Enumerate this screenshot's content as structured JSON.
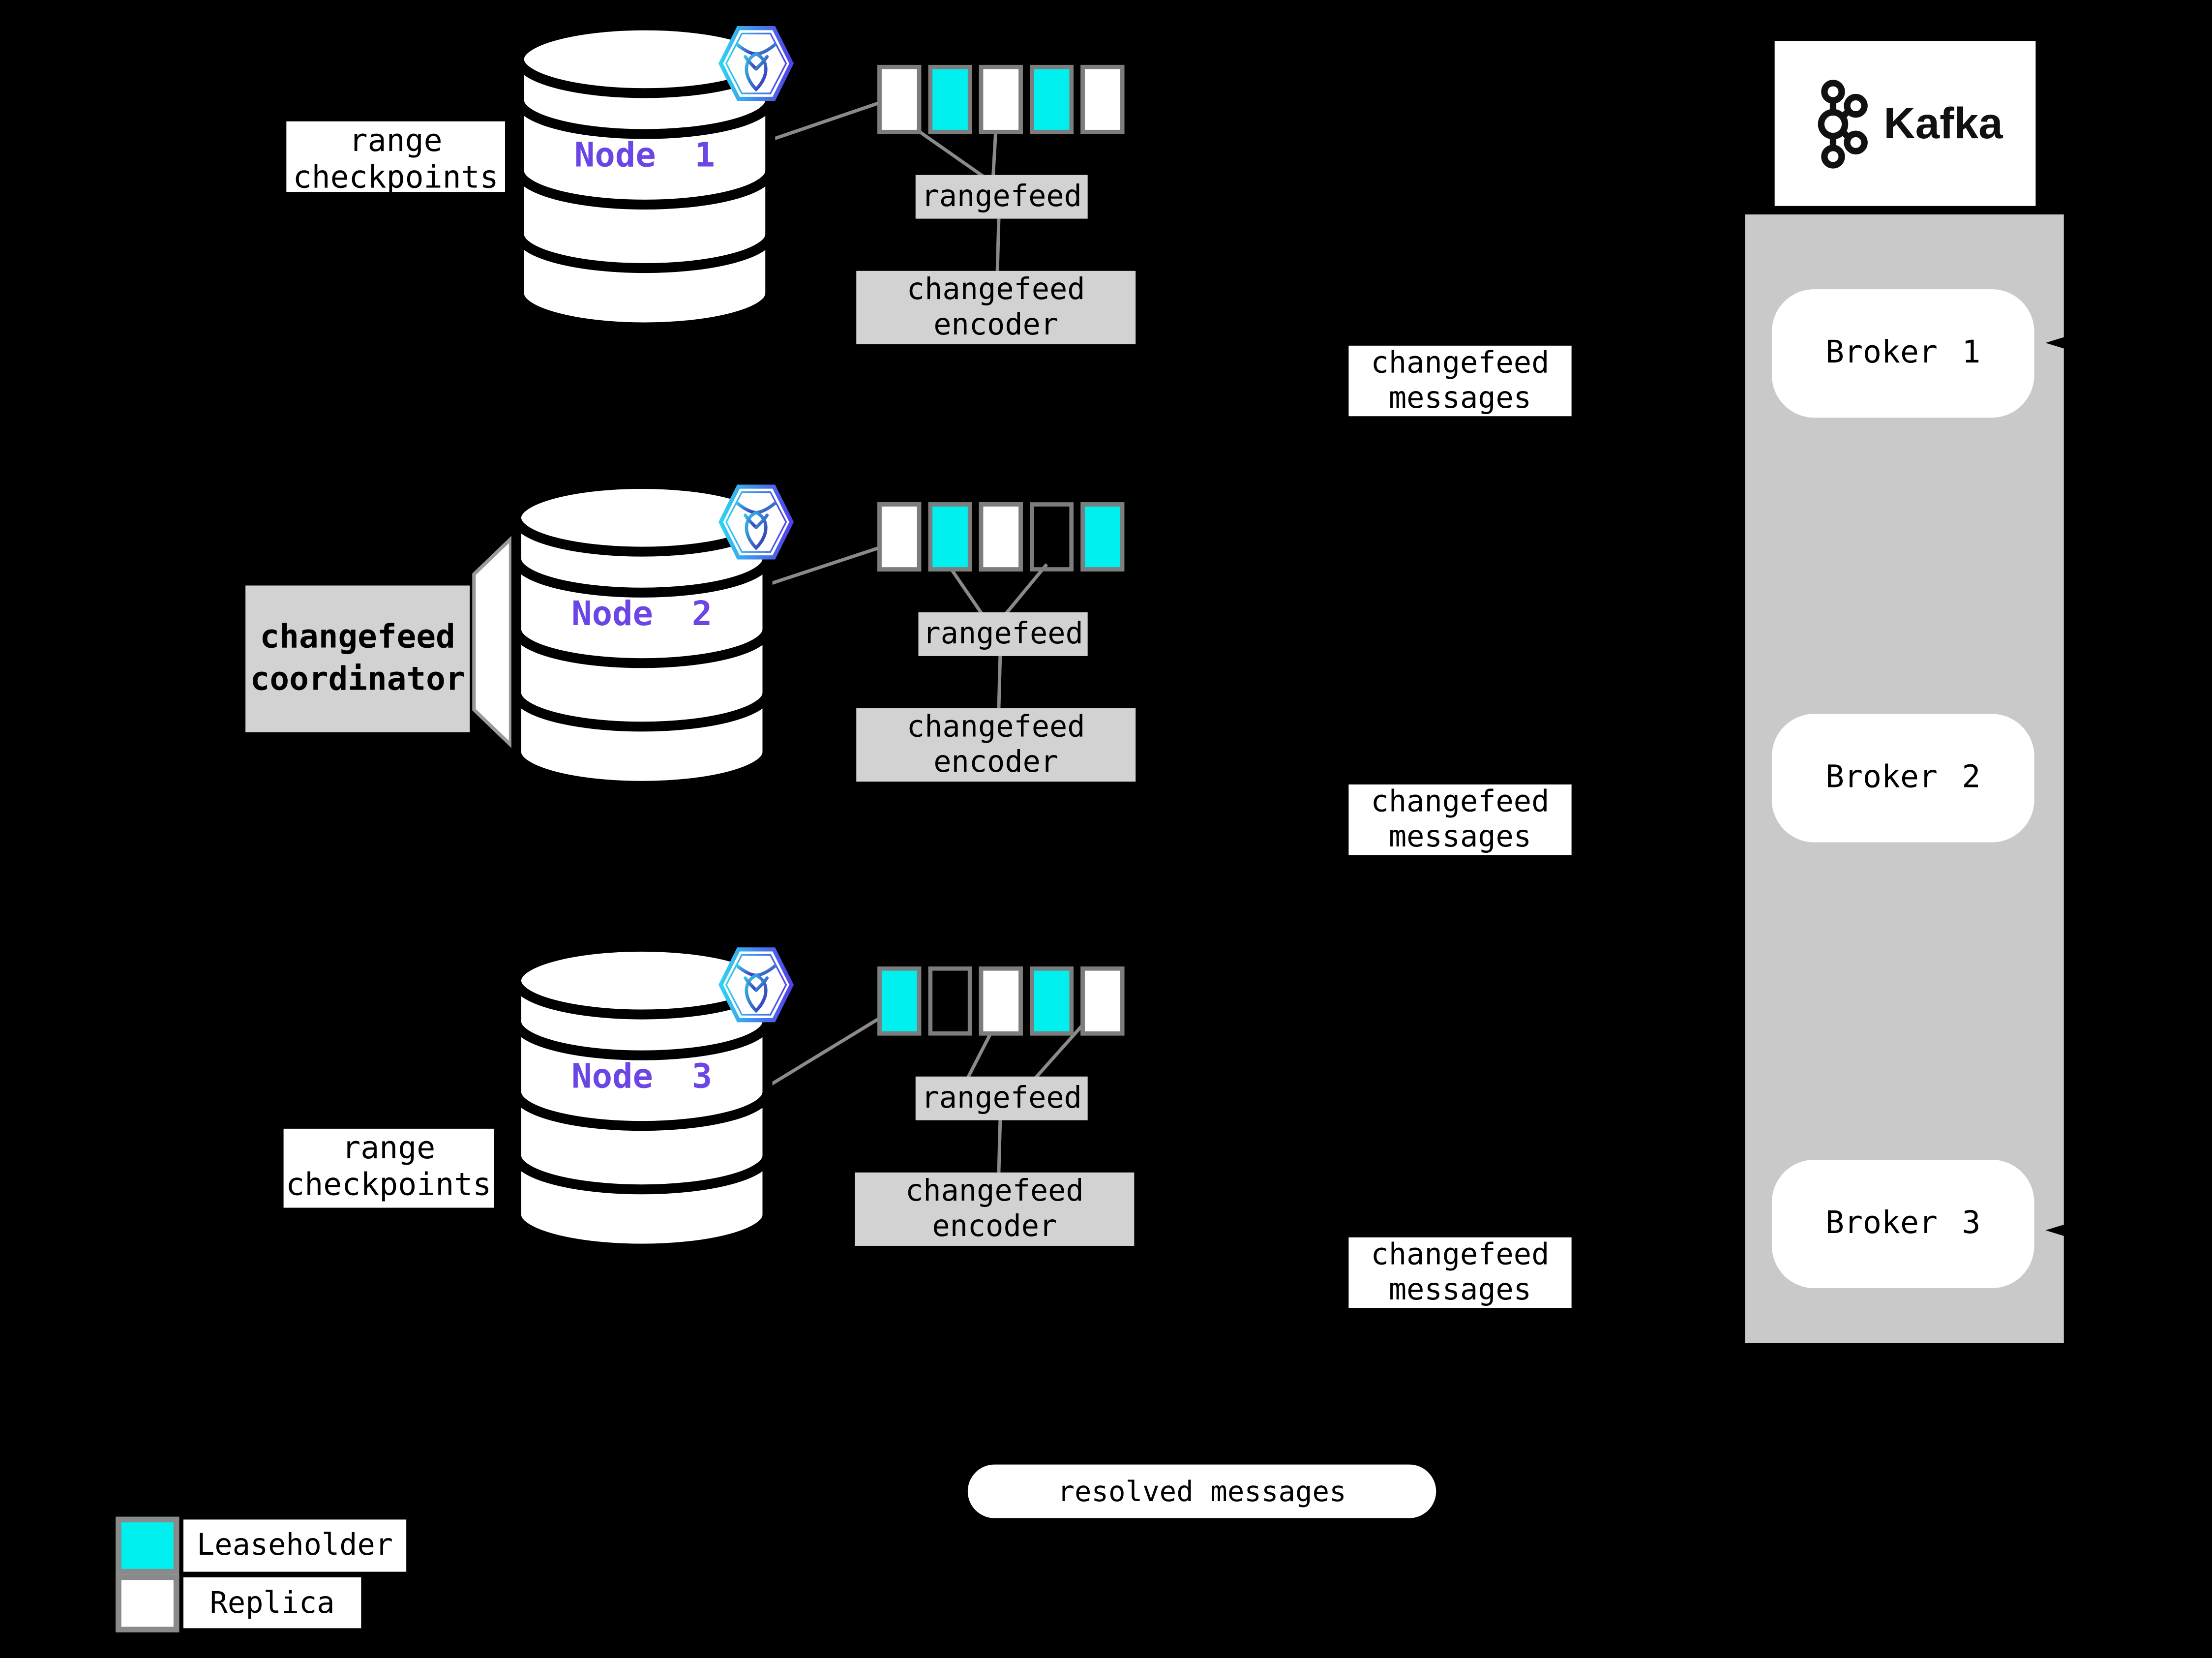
{
  "colors": {
    "bg": "#000000",
    "accent": "#6b46e5",
    "leaseholder": "#00efef",
    "replica": "#ffffff",
    "box_gray": "#d2d2d2",
    "panel_gray": "#c9c9c9",
    "line_gray": "#8a8a8a",
    "rect_border": "#7d7d7d",
    "text": "#000000",
    "hex_gradient_start": "#2fd2f2",
    "hex_gradient_end": "#5340e8"
  },
  "nodes": [
    {
      "name": "Node 1",
      "ranges": [
        "replica",
        "leaseholder",
        "replica",
        "leaseholder",
        "replica"
      ]
    },
    {
      "name": "Node 2",
      "ranges": [
        "replica",
        "leaseholder",
        "replica",
        "empty",
        "leaseholder"
      ]
    },
    {
      "name": "Node 3",
      "ranges": [
        "leaseholder",
        "empty",
        "replica",
        "leaseholder",
        "replica"
      ]
    }
  ],
  "labels": {
    "range_checkpoints": "range\ncheckpoints",
    "rangefeed": "rangefeed",
    "changefeed_encoder": "changefeed\nencoder",
    "changefeed_messages": "changefeed\nmessages",
    "changefeed_coordinator": "changefeed\ncoordinator",
    "resolved_messages": "resolved messages"
  },
  "kafka": {
    "title": "Kafka",
    "brokers": [
      {
        "label": "Broker 1"
      },
      {
        "label": "Broker 2"
      },
      {
        "label": "Broker 3"
      }
    ]
  },
  "legend": {
    "items": [
      {
        "swatch": "leaseholder",
        "label": "Leaseholder"
      },
      {
        "swatch": "replica",
        "label": "Replica"
      }
    ]
  },
  "icons": {
    "cockroachdb": "cockroachdb-hexagon-icon",
    "kafka": "kafka-logo-icon",
    "database": "database-cylinder-icon",
    "arrowhead": "arrowhead-icon"
  }
}
